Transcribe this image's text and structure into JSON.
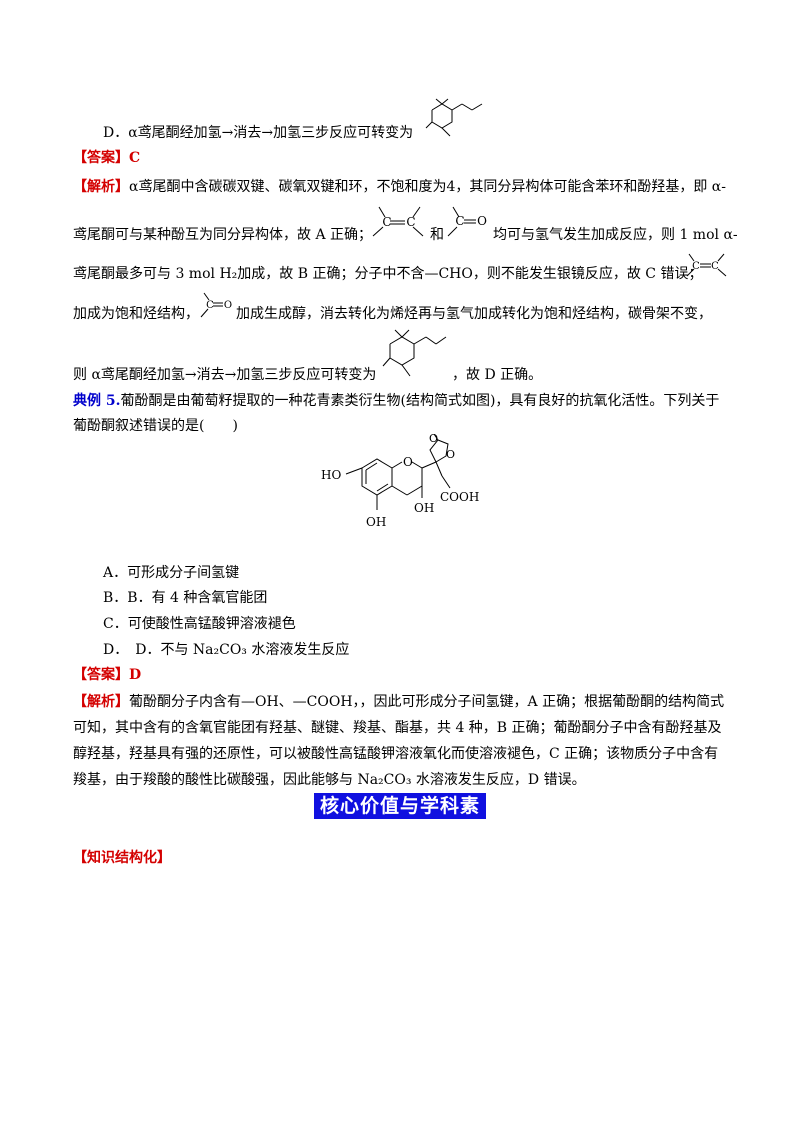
{
  "q4": {
    "option_d": "D．α鸢尾酮经加氢→消去→加氢三步反应可转变为",
    "answer_tag": "【答案】",
    "answer": "C",
    "analysis_tag": "【解析】",
    "analysis_l1": "α鸢尾酮中含碳碳双键、碳氧双键和环，不饱和度为4，其同分异构体可能含苯环和酚羟基，即 α-",
    "analysis_l2a": "鸢尾酮可与某种酚互为同分异构体，故 A 正确；",
    "analysis_l2b": "和",
    "analysis_l2c": "均可与氢气发生加成反应，则 1 mol α-",
    "analysis_l3": "鸢尾酮最多可与 3 mol H₂加成，故 B 正确；分子中不含—CHO，则不能发生银镜反应，故 C 错误；",
    "analysis_l4a": "加成为饱和烃结构，",
    "analysis_l4b": "加成生成醇，消去转化为烯烃再与氢气加成转化为饱和烃结构，碳骨架不变，",
    "analysis_l5a": "则 α鸢尾酮经加氢→消去→加氢三步反应可转变为",
    "analysis_l5b": "，故 D 正确。"
  },
  "q5": {
    "label": "典例 5.",
    "stem_l1": "葡酚酮是由葡萄籽提取的一种花青素类衍生物(结构简式如图)，具有良好的抗氧化活性。下列关于",
    "stem_l2": "葡酚酮叙述错误的是(　　)",
    "structure_labels": {
      "ho": "HO",
      "o_ring": "O",
      "o_lactone": "O",
      "o_carbonyl": "O",
      "oh_ring": "OH",
      "cooh": "COOH",
      "oh_bottom": "OH"
    },
    "options": [
      "A．可形成分子间氢键",
      "B．B．有 4 种含氧官能团",
      "C．可使酸性高锰酸钾溶液褪色",
      "D．　D．不与 Na₂CO₃ 水溶液发生反应"
    ],
    "answer_tag": "【答案】",
    "answer": "D",
    "analysis_tag": "【解析】",
    "analysis_l1": "葡酚酮分子内含有—OH、—COOH，，因此可形成分子间氢键，A 正确；根据葡酚酮的结构简式",
    "analysis_l2": "可知，其中含有的含氧官能团有羟基、醚键、羧基、酯基，共 4 种，B 正确；葡酚酮分子中含有酚羟基及",
    "analysis_l3": "醇羟基，羟基具有强的还原性，可以被酸性高锰酸钾溶液氧化而使溶液褪色，C 正确；该物质分子中含有",
    "analysis_l4": "羧基，由于羧酸的酸性比碳酸强，因此能够与 Na₂CO₃ 水溶液发生反应，D 错误。"
  },
  "banner": "核心价值与学科素养",
  "knowledge_tag": "【知识结构化】",
  "inline_labels": {
    "c1": "C",
    "c2": "C",
    "c3": "C",
    "o1": "O",
    "c4": "C",
    "c5": "C",
    "c6": "C",
    "o2": "O"
  },
  "colors": {
    "answer_red": "#d40000",
    "example_blue": "#0000cc",
    "banner_bg": "#1010e0"
  }
}
